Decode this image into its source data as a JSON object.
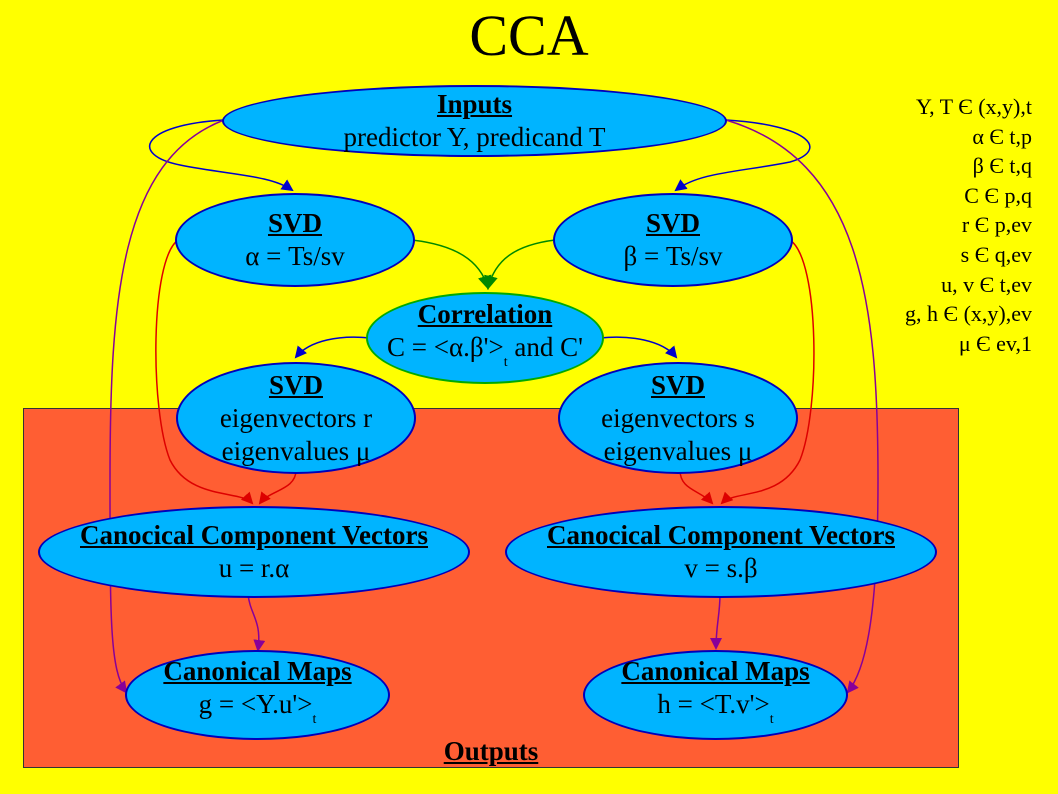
{
  "title": "CCA",
  "legend": [
    "Y, T Є (x,y),t",
    "α Є t,p",
    "β Є t,q",
    "C Є p,q",
    "r Є p,ev",
    "s Є q,ev",
    "u, v Є t,ev",
    "g, h Є (x,y),ev",
    "μ Є ev,1"
  ],
  "nodes": {
    "inputs": {
      "heading": "Inputs",
      "line1": "predictor Y, predicand T"
    },
    "svd_alpha": {
      "heading": "SVD",
      "line1": "α = Ts/sv"
    },
    "svd_beta": {
      "heading": "SVD",
      "line1": "β = Ts/sv"
    },
    "correlation": {
      "heading": "Correlation",
      "line1": "C = <α.β'>",
      "sub": "t",
      "line1_tail": " and C'"
    },
    "svd_r": {
      "heading": "SVD",
      "line1": "eigenvectors r",
      "line2": "eigenvalues μ"
    },
    "svd_s": {
      "heading": "SVD",
      "line1": "eigenvectors s",
      "line2": "eigenvalues μ"
    },
    "ccv_u": {
      "heading": "Canocical Component Vectors",
      "line1": "u = r.α"
    },
    "ccv_v": {
      "heading": "Canocical Component Vectors",
      "line1": "v = s.β"
    },
    "map_g": {
      "heading": "Canonical Maps",
      "line1": "g = <Y.u'>",
      "sub": "t"
    },
    "map_h": {
      "heading": "Canonical Maps",
      "line1": "h = <T.v'>",
      "sub": "t"
    }
  },
  "outputs_label": "Outputs",
  "colors": {
    "background": "#ffff00",
    "outputs_box": "#ff5e33",
    "node_fill": "#00b4ff",
    "arrow_blue": "#0000cc",
    "arrow_green": "#008800",
    "arrow_red": "#dd0000",
    "arrow_purple": "#880099"
  }
}
